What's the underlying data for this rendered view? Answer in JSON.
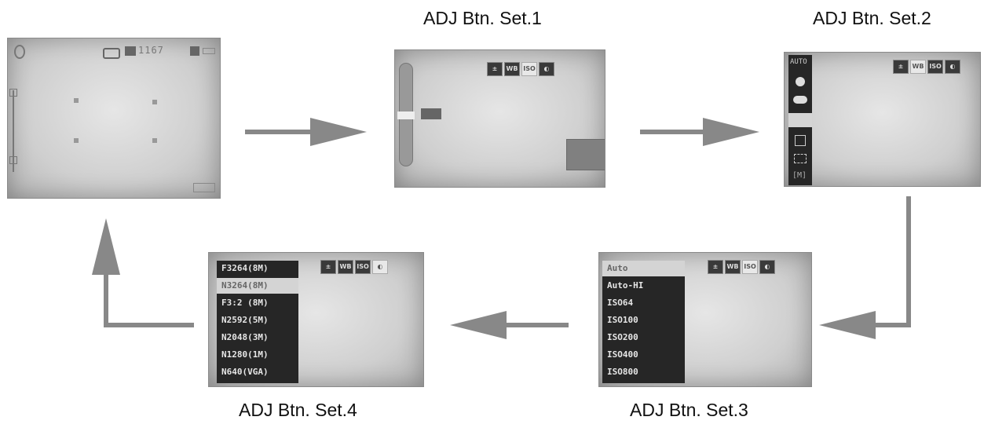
{
  "captions": {
    "set1": "ADJ Btn. Set.1",
    "set2": "ADJ Btn. Set.2",
    "set3": "ADJ Btn. Set.3",
    "set4": "ADJ Btn. Set.4"
  },
  "live_view": {
    "shots_remaining": "1167"
  },
  "set1": {
    "icons": [
      "ev-icon",
      "wb-icon",
      "ISO",
      "quality-icon"
    ]
  },
  "set2": {
    "wb_options": [
      "AUTO",
      "sunny-icon",
      "cloudy-icon",
      "tungsten-icon",
      "fluorescent-icon",
      "custom-icon",
      "[M]"
    ],
    "selected_index": 3
  },
  "set3": {
    "iso_options": [
      "Auto",
      "Auto-HI",
      "ISO64",
      "ISO100",
      "ISO200",
      "ISO400",
      "ISO800"
    ],
    "selected_index": 0
  },
  "set4": {
    "size_options": [
      "F3264(8M)",
      "N3264(8M)",
      "F3:2 (8M)",
      "N2592(5M)",
      "N2048(3M)",
      "N1280(1M)",
      "N640(VGA)"
    ],
    "selected_index": 1
  },
  "colors": {
    "arrow": "#888888",
    "panel": "#262626",
    "screen": "#cfcfcf"
  }
}
